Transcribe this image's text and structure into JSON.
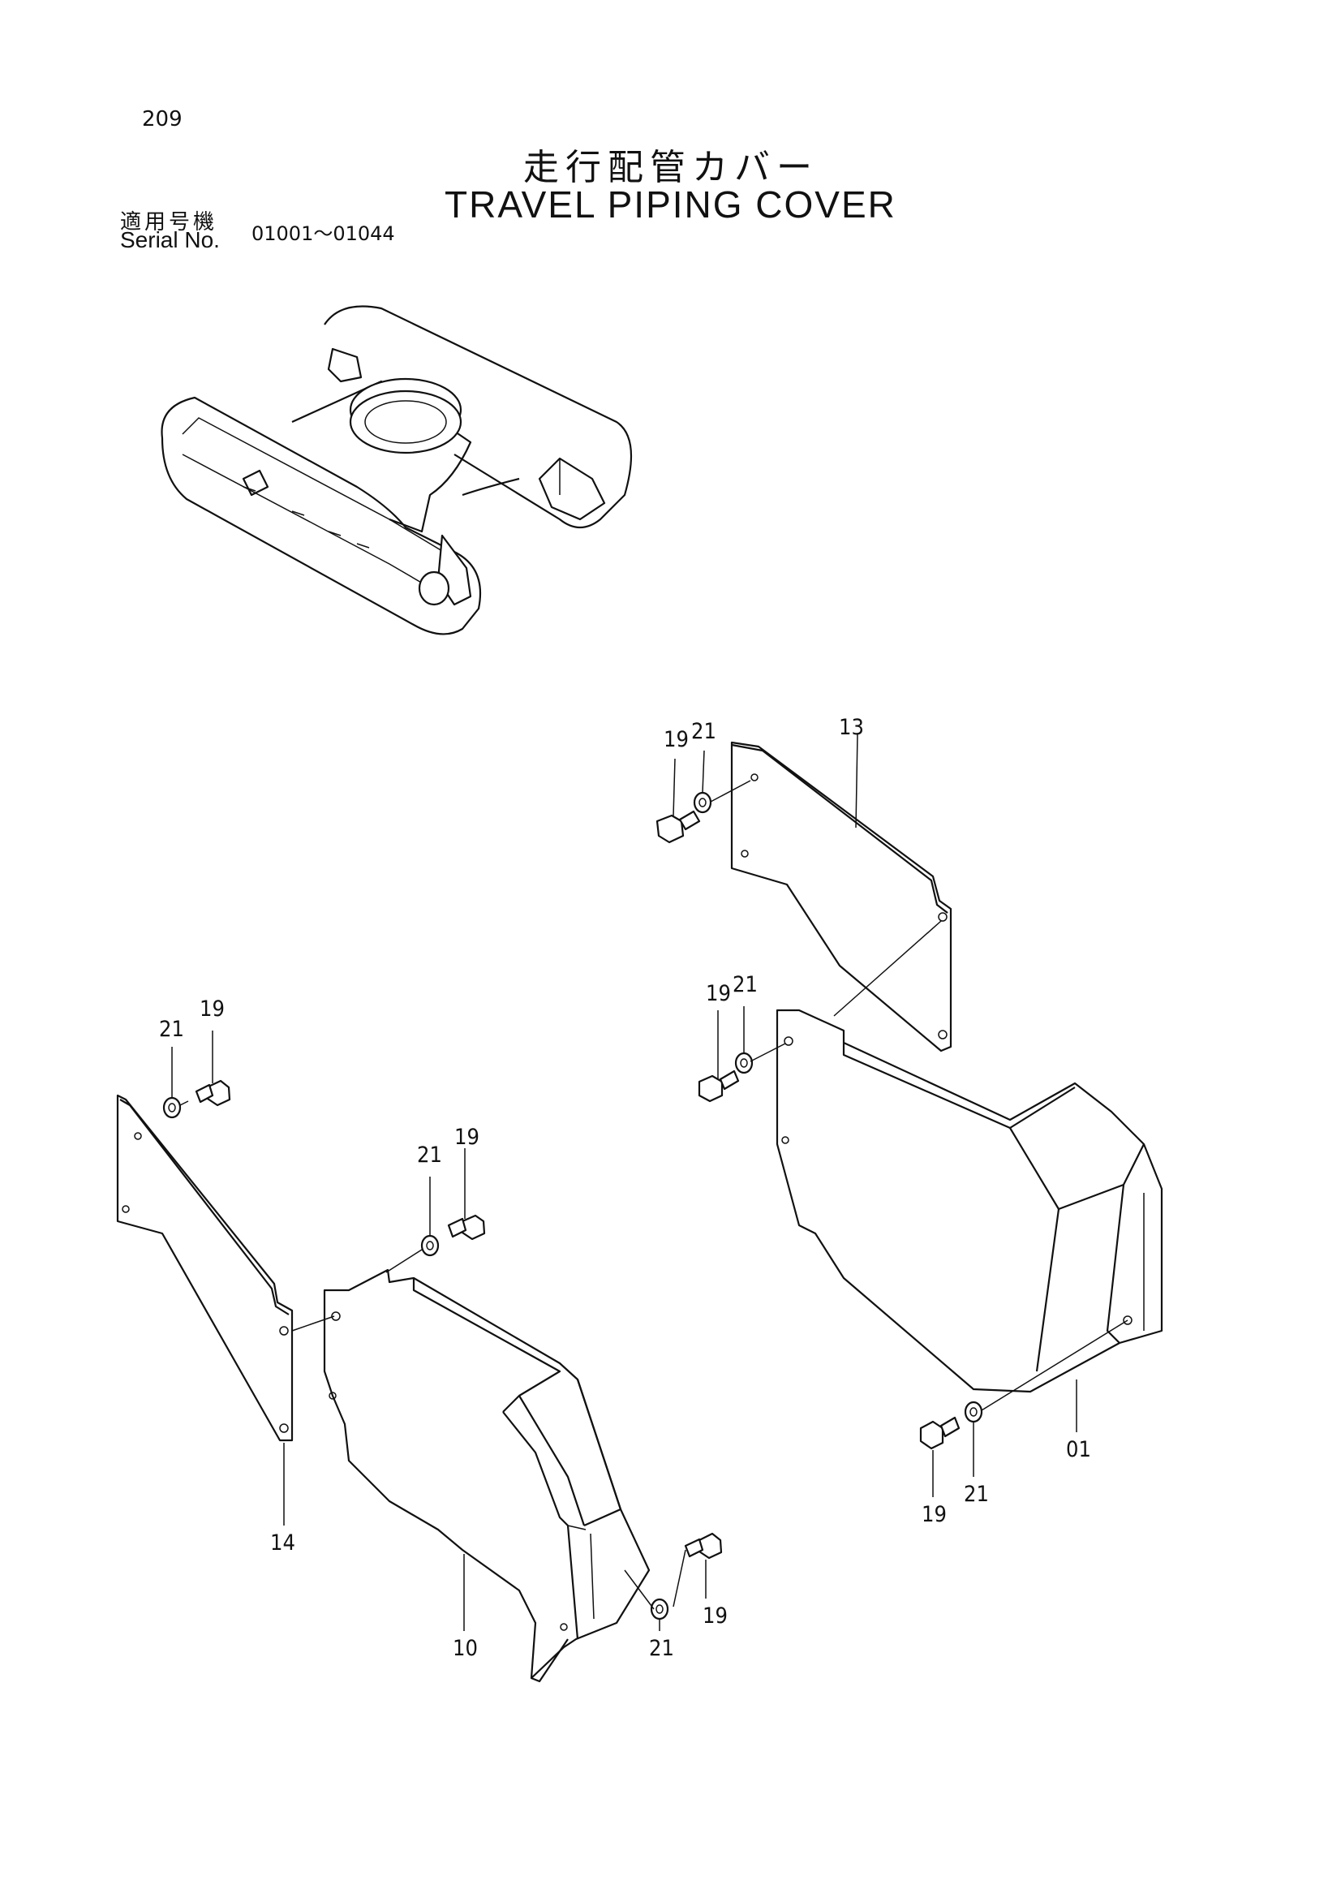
{
  "page": {
    "number": "209"
  },
  "title": {
    "jp": "走行配管カバー",
    "en": "TRAVEL PIPING COVER"
  },
  "serial": {
    "label_jp": "適用号機",
    "label_en": "Serial No.",
    "range": "01001～01044"
  },
  "callouts": {
    "p01": "01",
    "p10": "10",
    "p13": "13",
    "p14": "14",
    "p19": "19",
    "p21": "21"
  }
}
